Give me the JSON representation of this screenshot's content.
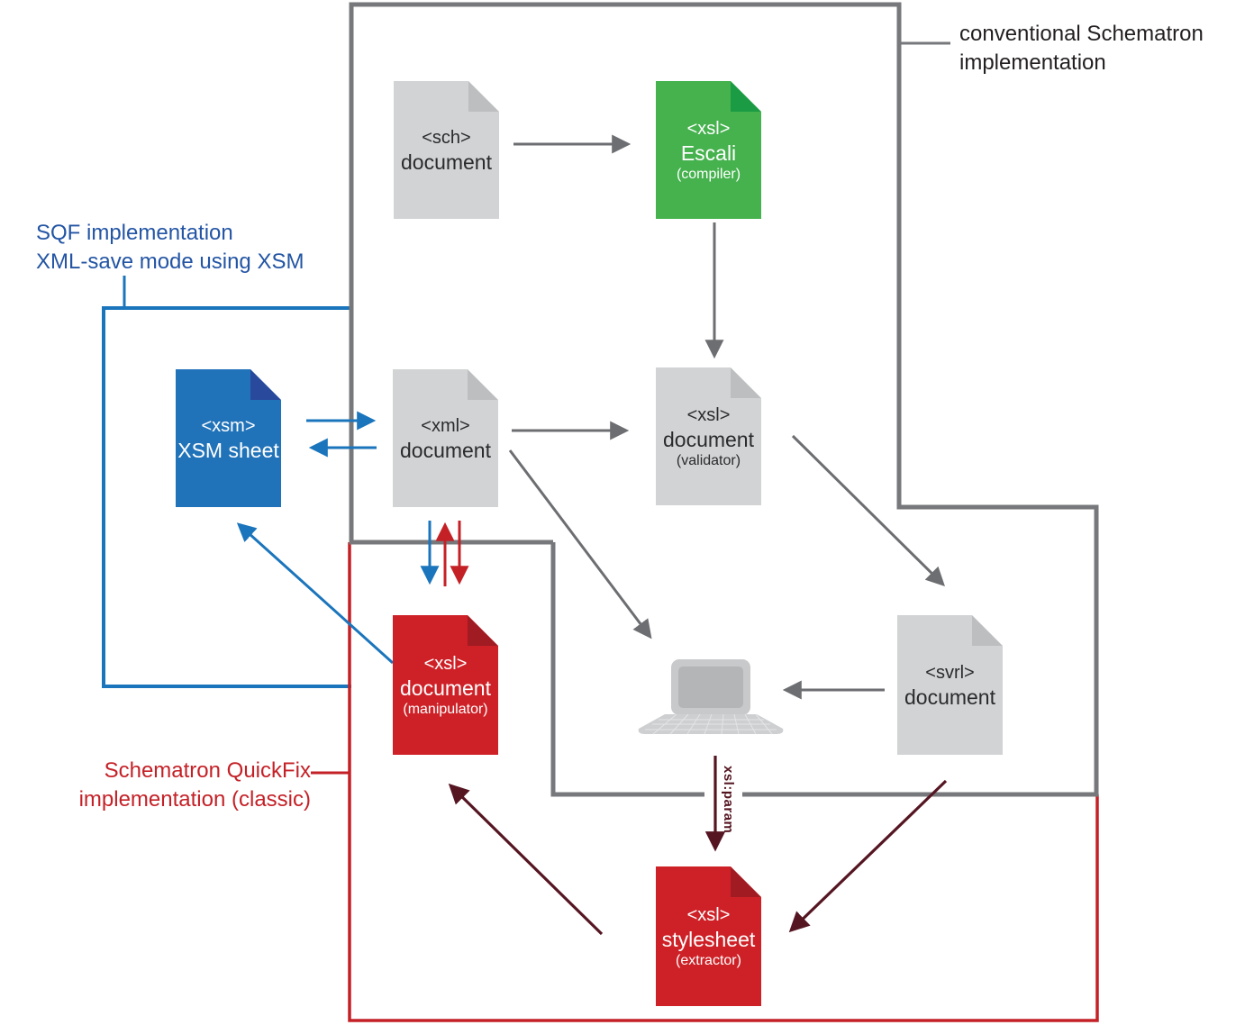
{
  "regions": {
    "conventional": {
      "label_line1": "conventional Schematron",
      "label_line2": "implementation",
      "border_color": "#77787b"
    },
    "sqf": {
      "label_line1": "SQF implementation",
      "label_line2": "XML-save mode using XSM",
      "border_color": "#1b75bc"
    },
    "quickfix": {
      "label_line1": "Schematron QuickFix",
      "label_line2": "implementation (classic)",
      "border_color": "#c42127"
    }
  },
  "documents": {
    "sch": {
      "tag": "<sch>",
      "name": "document",
      "sub": "",
      "color": "#d1d3d4",
      "text_color": "#2b2b2e"
    },
    "escali": {
      "tag": "<xsl>",
      "name": "Escali",
      "sub": "(compiler)",
      "color": "#45b24e",
      "text_color": "#ffffff"
    },
    "xsm": {
      "tag": "<xsm>",
      "name": "XSM sheet",
      "sub": "",
      "color": "#2173b9",
      "text_color": "#ffffff"
    },
    "xml": {
      "tag": "<xml>",
      "name": "document",
      "sub": "",
      "color": "#d1d3d4",
      "text_color": "#2b2b2e"
    },
    "validator": {
      "tag": "<xsl>",
      "name": "document",
      "sub": "(validator)",
      "color": "#d1d3d4",
      "text_color": "#2b2b2e"
    },
    "manipulator": {
      "tag": "<xsl>",
      "name": "document",
      "sub": "(manipulator)",
      "color": "#ce2127",
      "text_color": "#ffffff"
    },
    "svrl": {
      "tag": "<svrl>",
      "name": "document",
      "sub": "",
      "color": "#d1d3d4",
      "text_color": "#2b2b2e"
    },
    "extractor": {
      "tag": "<xsl>",
      "name": "stylesheet",
      "sub": "(extractor)",
      "color": "#ce2127",
      "text_color": "#ffffff"
    }
  },
  "arrow_labels": {
    "xsl_param": "xsl:param"
  },
  "icons": {
    "laptop": "laptop-icon"
  },
  "colors": {
    "gray_border": "#77787b",
    "gray_arrow": "#6d6e71",
    "blue": "#1b75bc",
    "red": "#c42127",
    "maroon": "#551622",
    "doc_gray": "#d1d3d4",
    "doc_green": "#45b24e",
    "doc_blue": "#2173b9",
    "doc_red": "#ce2127",
    "laptop_gray": "#c8c9cb"
  }
}
